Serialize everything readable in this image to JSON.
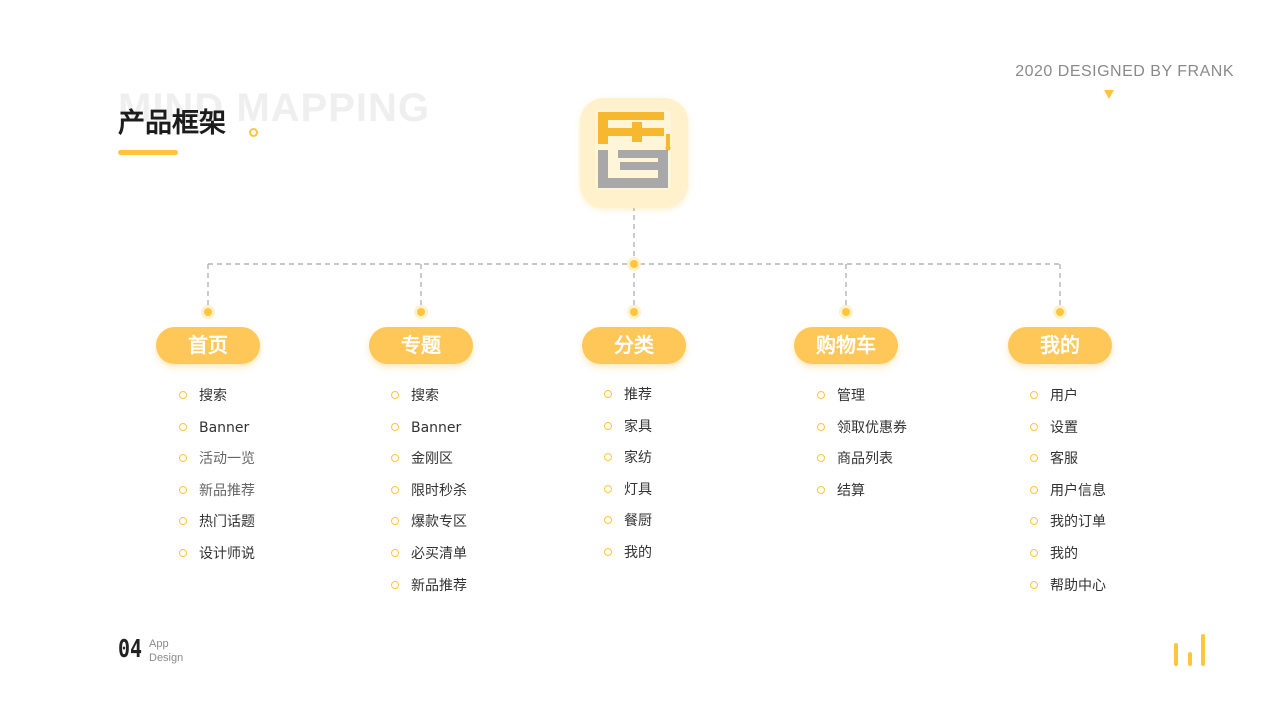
{
  "header": {
    "bg_title": "MIND MAPPING",
    "title": "产品框架",
    "designer": "2020 DESIGNED BY FRANK"
  },
  "accent_color": "#FFC53D",
  "categories": [
    {
      "label": "首页",
      "items": [
        "搜索",
        "Banner",
        "活动一览",
        "新品推荐",
        "热门话题",
        "设计师说"
      ]
    },
    {
      "label": "专题",
      "items": [
        "搜索",
        "Banner",
        "金刚区",
        "限时秒杀",
        "爆款专区",
        "必买清单",
        "新品推荐"
      ]
    },
    {
      "label": "分类",
      "items": [
        "推荐",
        "家具",
        "家纺",
        "灯具",
        "餐厨",
        "我的"
      ]
    },
    {
      "label": "购物车",
      "items": [
        "管理",
        "领取优惠券",
        "商品列表",
        "结算"
      ]
    },
    {
      "label": "我的",
      "items": [
        "用户",
        "设置",
        "客服",
        "用户信息",
        "我的订单",
        "我的",
        "帮助中心"
      ]
    }
  ],
  "footer": {
    "page_number": "04",
    "caption_line1": "App",
    "caption_line2": "Design"
  },
  "icons": {
    "logo": "app-logo-icon",
    "bar_chart": "bar-chart-icon",
    "triangle": "down-triangle-icon"
  }
}
